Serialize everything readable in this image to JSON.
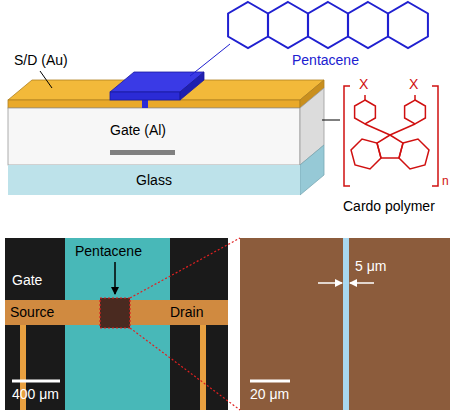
{
  "diagram": {
    "nodes": [
      {
        "text": [
          "Glass"
        ]
      },
      {
        "text": [
          "Pentacene",
          "Gate",
          "Source",
          "Drain",
          "400 μm"
        ]
      },
      {
        "text": [
          "5 μm",
          "20 μm"
        ]
      }
    ],
    "labels": [
      "S/D (Au)",
      "Pentacene",
      "Gate (Al)",
      "Cardo polymer",
      "X",
      "X",
      "n"
    ]
  }
}
